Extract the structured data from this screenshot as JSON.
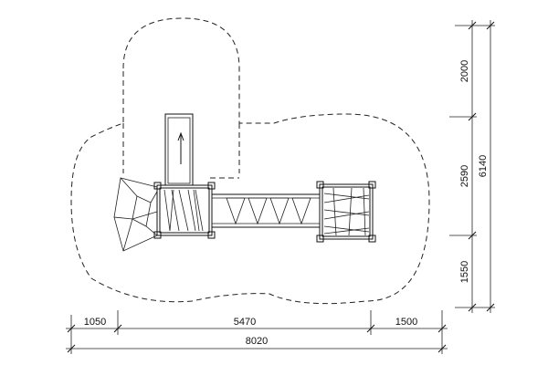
{
  "dimensions": {
    "horizontal": {
      "segment_1": "1050",
      "segment_2": "5470",
      "segment_3": "1500",
      "total": "8020"
    },
    "vertical": {
      "segment_top": "2000",
      "segment_middle": "2590",
      "segment_bottom": "1550",
      "total": "6140"
    }
  }
}
